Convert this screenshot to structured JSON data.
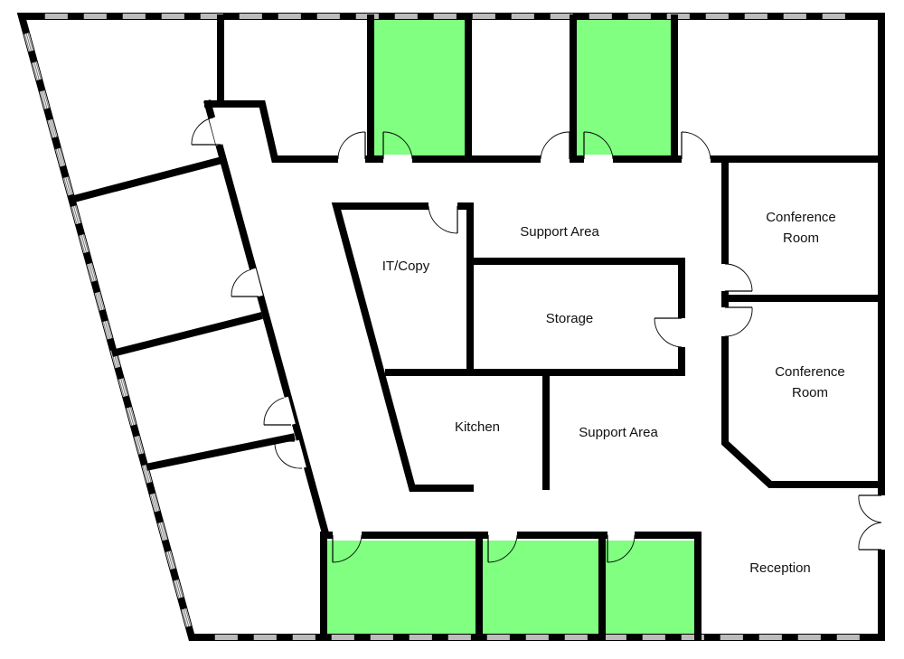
{
  "colors": {
    "wall": "#000000",
    "office_fill": "#80ff80",
    "background": "#ffffff",
    "window": "#7a7a7a"
  },
  "rooms": {
    "support_area_top": "Support Area",
    "it_copy": "IT/Copy",
    "storage": "Storage",
    "kitchen": "Kitchen",
    "support_area_mid": "Support Area",
    "conference_room_1_line1": "Conference",
    "conference_room_1_line2": "Room",
    "conference_room_2_line1": "Conference",
    "conference_room_2_line2": "Room",
    "reception": "Reception"
  }
}
